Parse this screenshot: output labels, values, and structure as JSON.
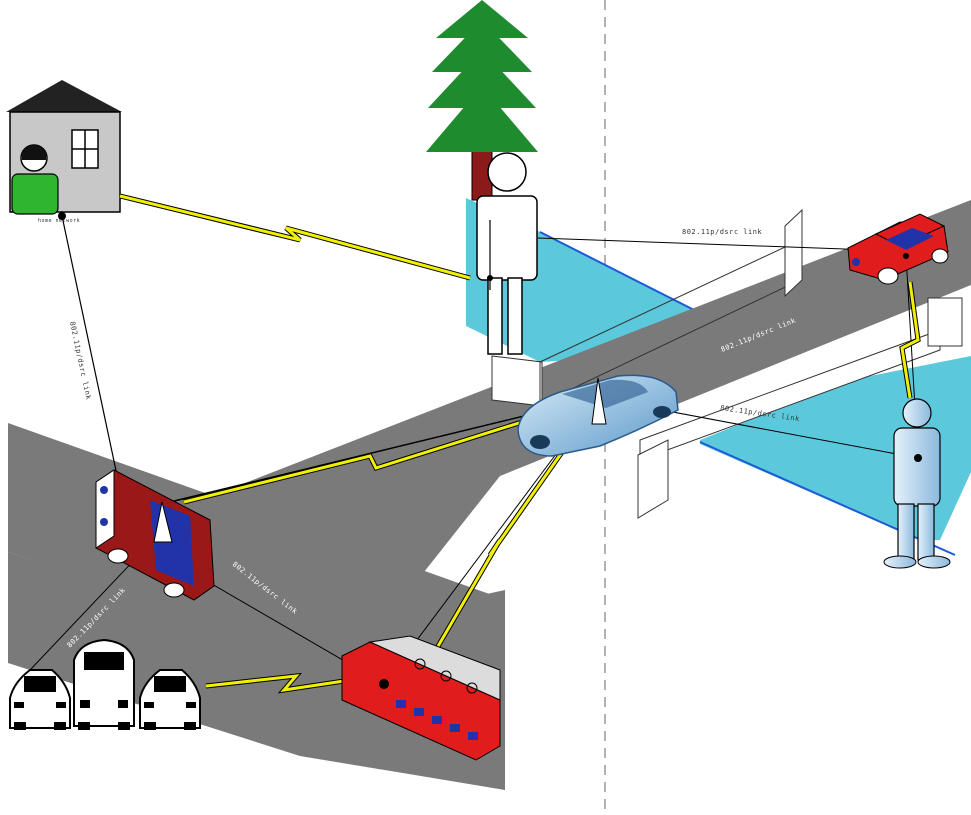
{
  "colors": {
    "road": "#7a7a7a",
    "water": "#5cc8dc",
    "water_edge": "#1a5bd6",
    "tree": "#1e8c2e",
    "trunk": "#8c1a1a",
    "house": "#c8c8c8",
    "person_green": "#2fb52f",
    "bus_red": "#e01c1c",
    "bus_blue": "#2233aa",
    "car_blue": "#8ab8d8",
    "person_blue": "#b8d8f0",
    "lightning": "#f0f000",
    "divider": "#999999"
  },
  "labels": {
    "house_to_bus": "802.11p/dsrc link",
    "person_to_redcar": "802.11p/dsrc link",
    "road_upper": "802.11p/dsrc link",
    "car_to_pedestrian": "802.11p/dsrc link",
    "bus_to_station": "802.11p/dsrc link",
    "cars_to_bus": "802.11p/dsrc link",
    "house_caption": "home network"
  }
}
